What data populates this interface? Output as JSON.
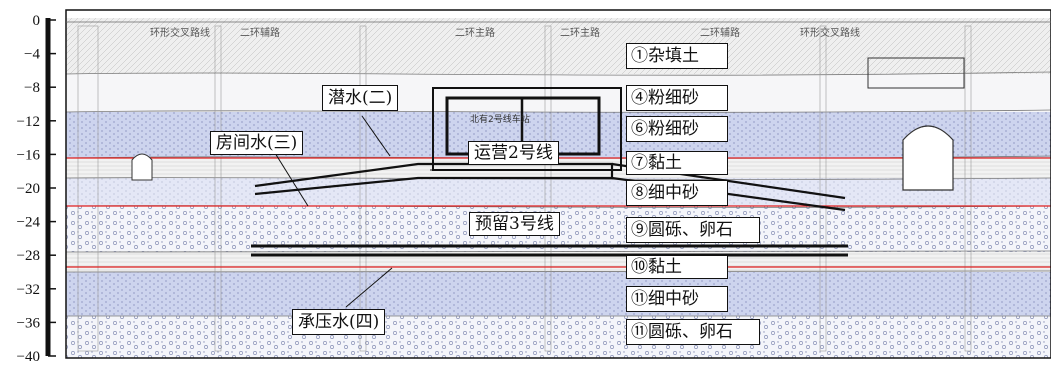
{
  "axis": {
    "ticks": [
      "0",
      "−4",
      "−8",
      "−12",
      "−16",
      "−20",
      "−24",
      "−28",
      "−32",
      "−36",
      "−40"
    ]
  },
  "colors": {
    "sand_fill": "#cdd4ee",
    "water_table_line": "#e02020",
    "structure": "#111111"
  },
  "roads": [
    "环形交叉路线",
    "二环辅路",
    "二环主路",
    "二环主路",
    "二环辅路",
    "环形交叉路线"
  ],
  "structures": {
    "station_plaque": "北有2号线车站"
  },
  "callouts": {
    "phreatic_water": "潜水(二)",
    "interlayer_water": "房间水(三)",
    "confined_water": "承压水(四)",
    "line2": "运营2号线",
    "line3": "预留3号线"
  },
  "layers": [
    "①杂填土",
    "④粉细砂",
    "⑥粉细砂",
    "⑦黏土",
    "⑧细中砂",
    "⑨圆砾、卵石",
    "⑩黏土",
    "⑪细中砂",
    "⑪圆砾、卵石"
  ]
}
